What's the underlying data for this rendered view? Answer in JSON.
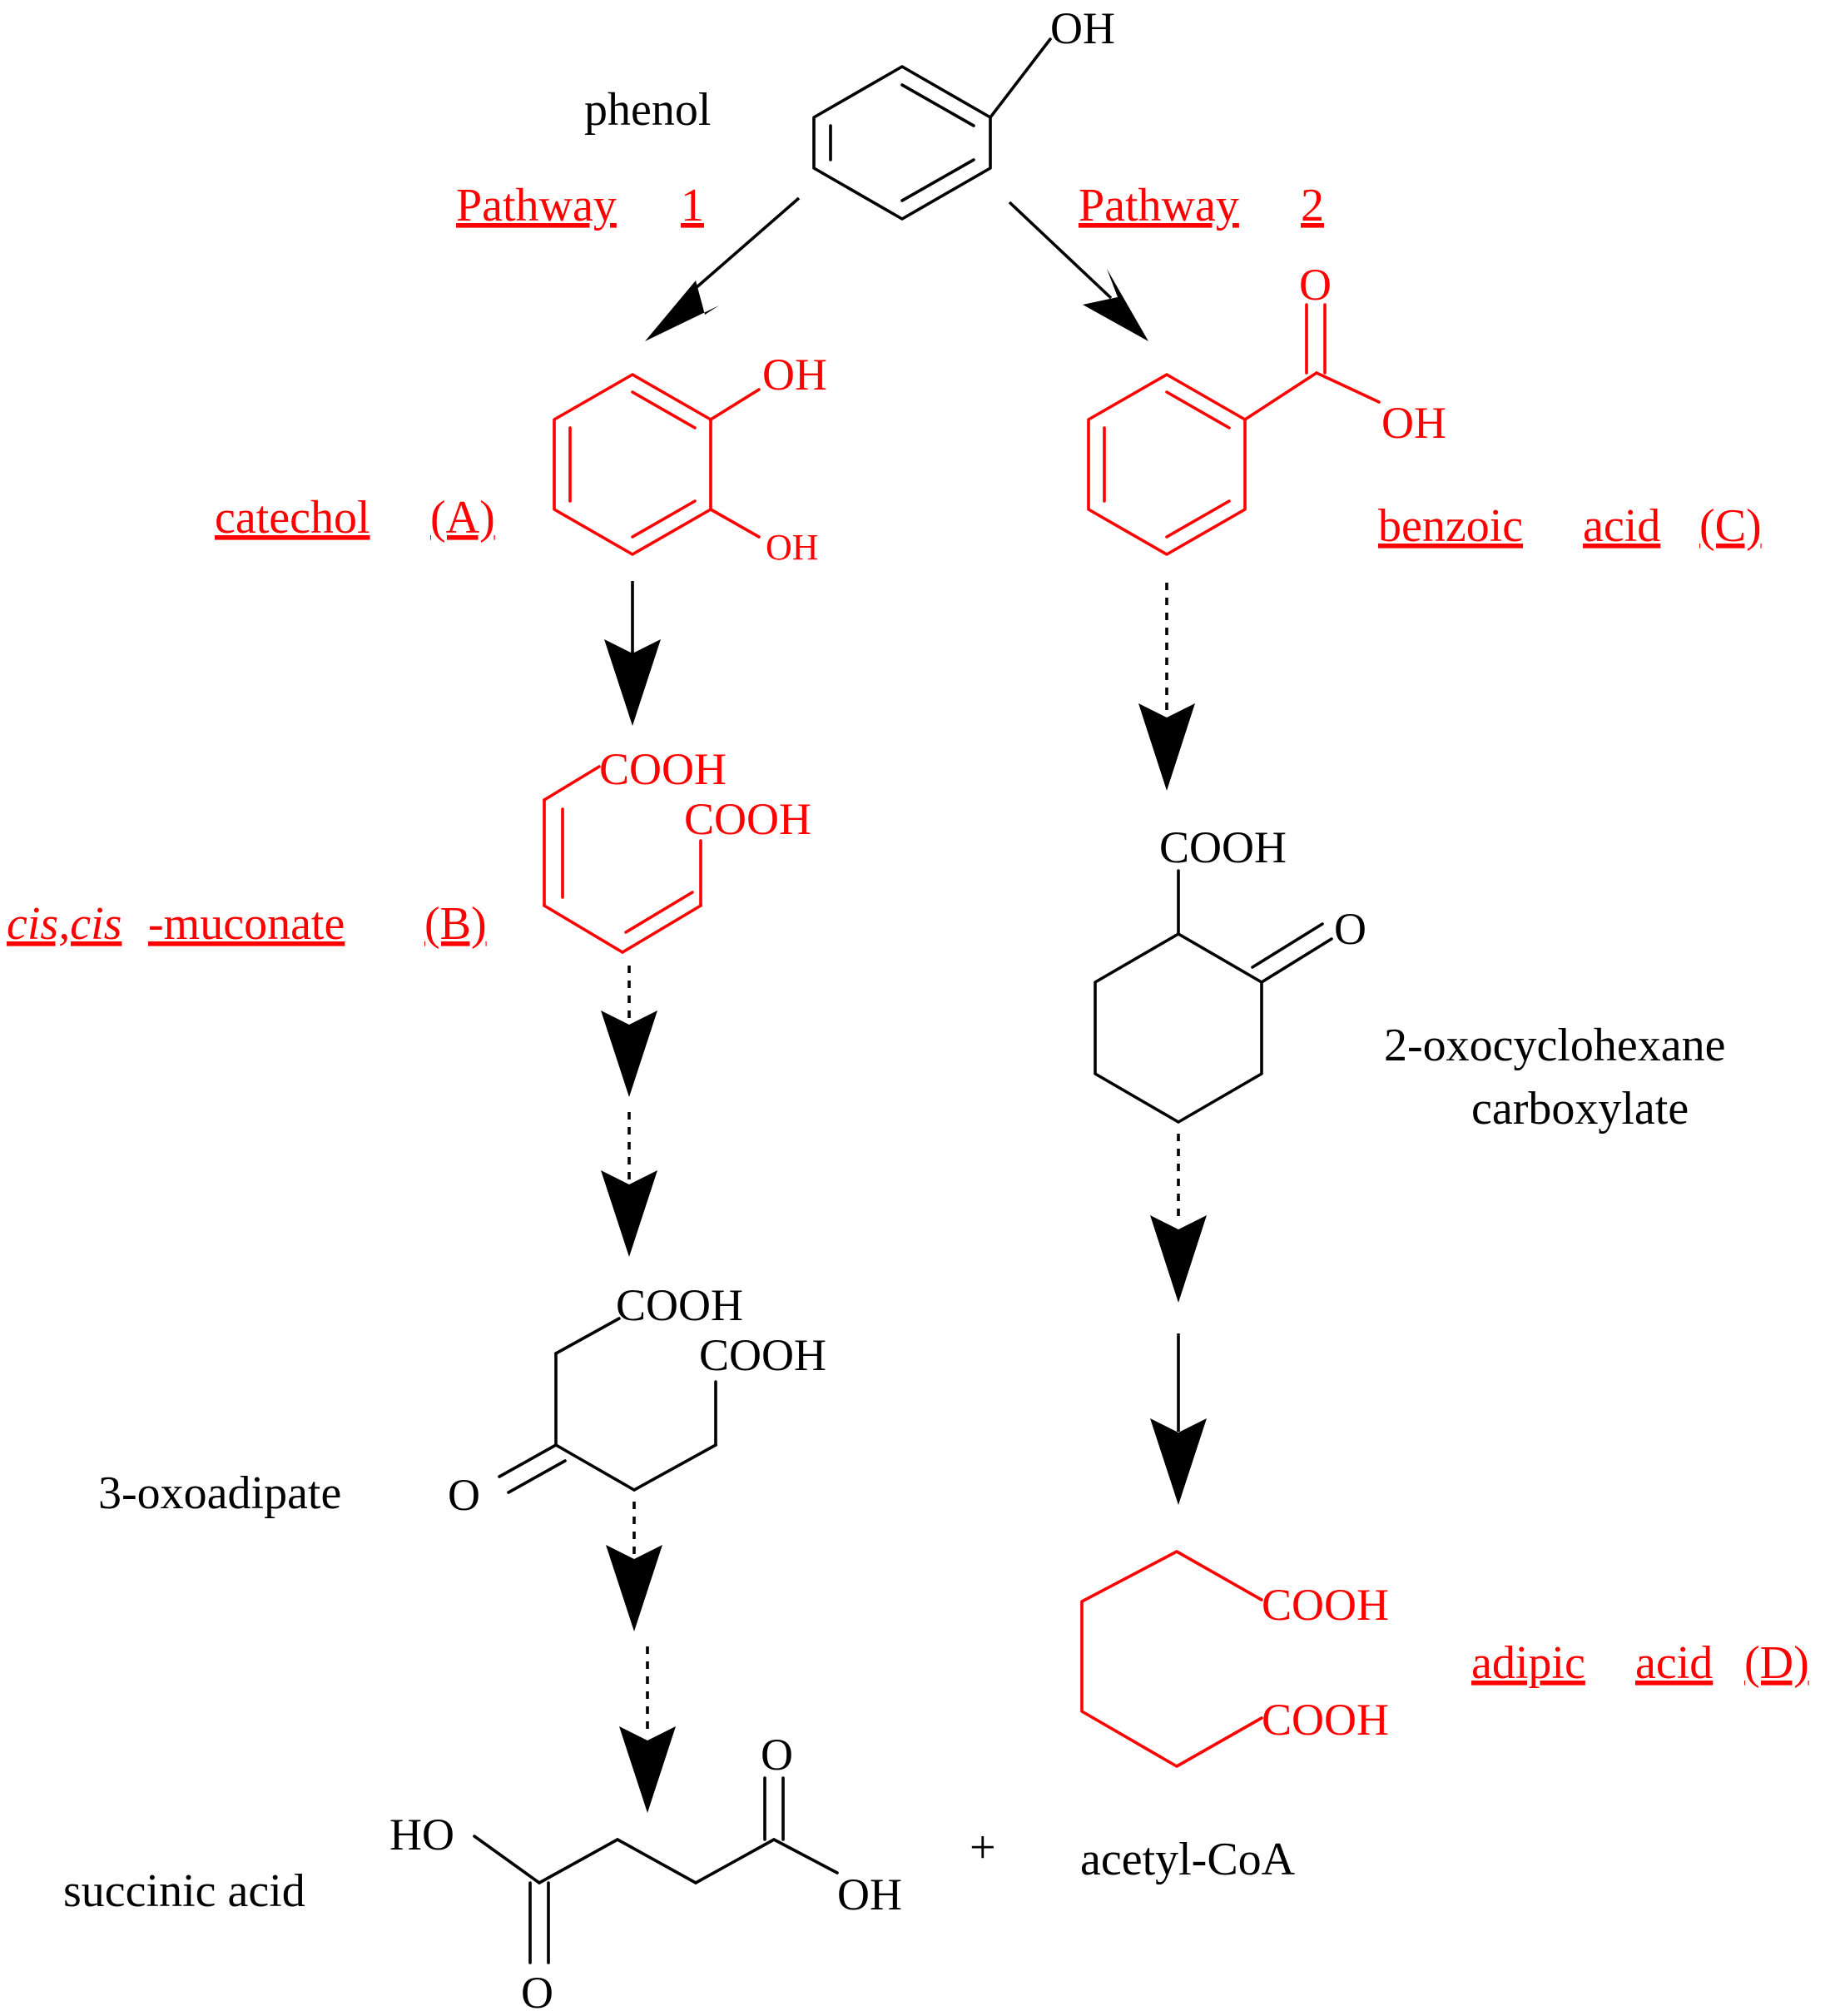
{
  "colors": {
    "accent": "#ff0000",
    "ink": "#000000",
    "background": "#ffffff"
  },
  "labels": {
    "phenol": "phenol",
    "pathway1_word": "Pathway",
    "pathway1_num": "1",
    "pathway2_word": "Pathway",
    "pathway2_num": "2",
    "catechol_name": "catechol",
    "catechol_tag": "(A)",
    "benzoic_name": "benzoic",
    "benzoic_acid": "acid",
    "benzoic_tag": "(C)",
    "muconate_cis": "cis,cis",
    "muconate_rest": "-muconate",
    "muconate_tag": "(B)",
    "oxocyclo_line1": "2-oxocyclohexane",
    "oxocyclo_line2": "carboxylate",
    "oxoadipate": "3-oxoadipate",
    "adipic_name": "adipic",
    "adipic_acid": "acid",
    "adipic_tag": "(D)",
    "succinic": "succinic acid",
    "plus": "+",
    "acetyl": "acetyl-CoA"
  },
  "atoms": {
    "OH": "OH",
    "O": "O",
    "HO": "HO",
    "COOH": "COOH"
  }
}
